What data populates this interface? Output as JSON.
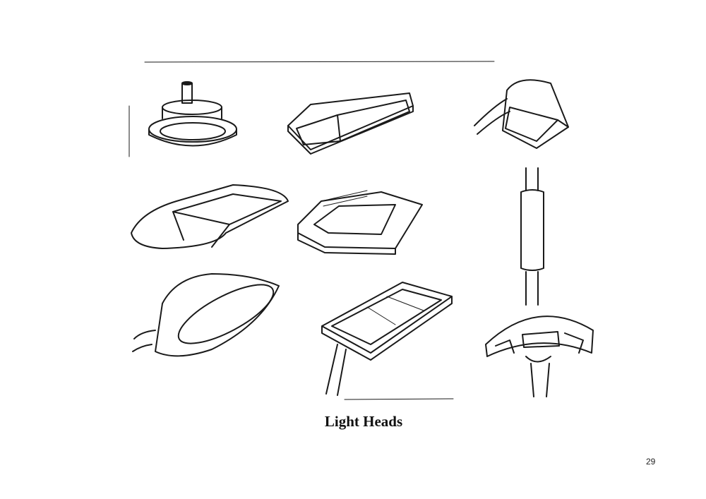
{
  "figure": {
    "caption": "Light Heads",
    "items": [
      "round-downlight-sketch",
      "rectangular-led-panel-sketch",
      "floodlight-sketch",
      "cobra-head-sketch",
      "finned-box-luminaire-sketch",
      "pole-sleeve-sketch",
      "oval-head-sketch",
      "dual-panel-head-sketch",
      "curved-top-luminaire-sketch"
    ]
  },
  "page": {
    "number": "29"
  }
}
